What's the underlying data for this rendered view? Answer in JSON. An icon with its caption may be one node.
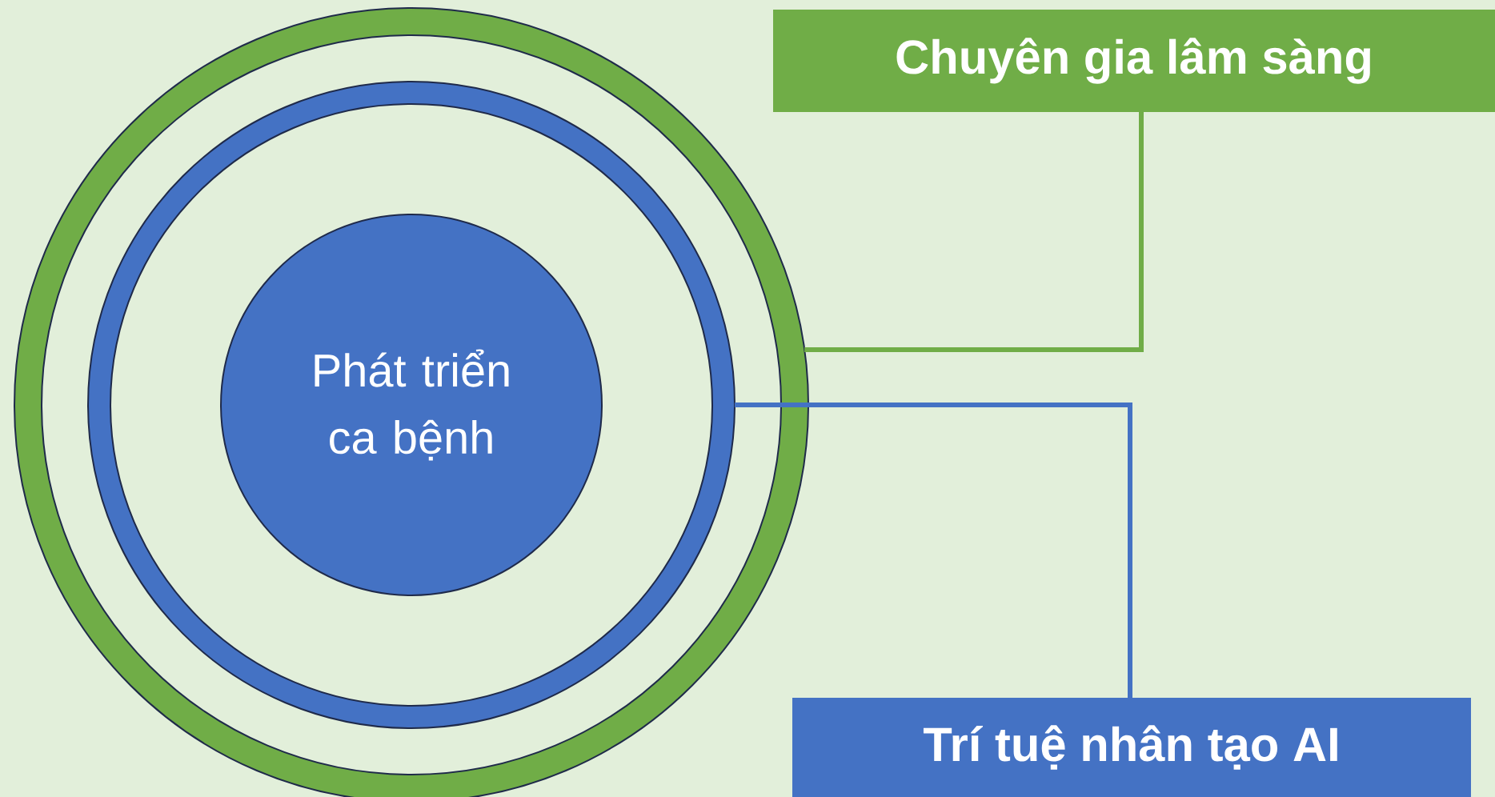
{
  "diagram": {
    "nodes": [
      {
        "text": [],
        "shape": "circle"
      },
      {
        "text": [],
        "shape": "circle",
        "in": 0
      },
      {
        "text": [
          "Phát triển ca bệnh"
        ],
        "in": 1
      },
      {
        "text": [
          "Chuyên gia lâm sàng"
        ]
      },
      {
        "text": [
          "Trí tuệ nhân tạo AI"
        ]
      }
    ],
    "edges": [
      {
        "from": 3,
        "to": 0,
        "arrow": "none",
        "color": "#70ad47"
      },
      {
        "from": 4,
        "to": 1,
        "arrow": "none",
        "color": "#4472c4"
      }
    ]
  }
}
